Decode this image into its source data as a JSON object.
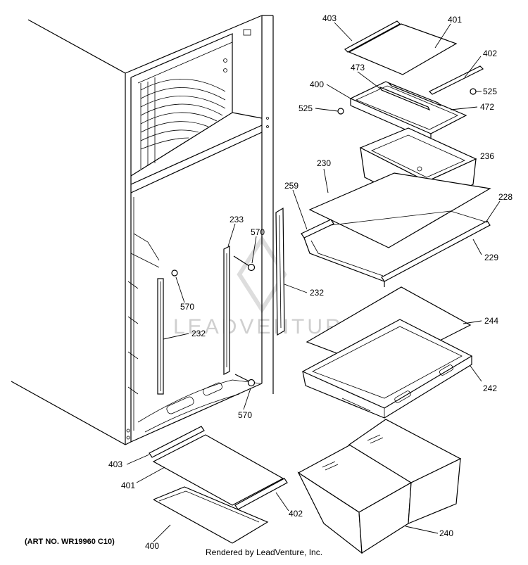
{
  "watermark": "LEADVENTURE",
  "art_number": "(ART NO. WR19960 C10)",
  "credit": "Rendered by LeadVenture, Inc.",
  "callouts": {
    "c403_top": "403",
    "c401_top": "401",
    "c402_top": "402",
    "c473": "473",
    "c400_top": "400",
    "c525_right": "525",
    "c525_left": "525",
    "c472": "472",
    "c236": "236",
    "c230": "230",
    "c259": "259",
    "c228": "228",
    "c229": "229",
    "c233": "233",
    "c570_top": "570",
    "c232_right": "232",
    "c570_left": "570",
    "c232_left": "232",
    "c244": "244",
    "c242": "242",
    "c570_bottom": "570",
    "c403_bottom": "403",
    "c401_bottom": "401",
    "c402_bottom": "402",
    "c400_bottom": "400",
    "c240": "240"
  }
}
